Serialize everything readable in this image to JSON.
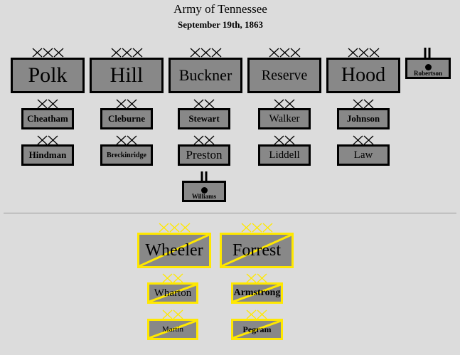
{
  "title": "Army of Tennessee",
  "date": "September 19th, 1863",
  "corps": [
    {
      "name": "Polk",
      "divisions": [
        "Cheatham",
        "Hindman"
      ]
    },
    {
      "name": "Hill",
      "divisions": [
        "Cleburne",
        "Breckinridge"
      ]
    },
    {
      "name": "Buckner",
      "divisions": [
        "Stewart",
        "Preston"
      ],
      "attached": "Williams"
    },
    {
      "name": "Reserve",
      "divisions": [
        "Walker",
        "Liddell"
      ]
    },
    {
      "name": "Hood",
      "divisions": [
        "Johnson",
        "Law"
      ]
    }
  ],
  "army_artillery": "Robertson",
  "cavalry": [
    {
      "name": "Wheeler",
      "divisions": [
        "Wharton",
        "Martin"
      ]
    },
    {
      "name": "Forrest",
      "divisions": [
        "Armstrong",
        "Pegram"
      ]
    }
  ],
  "colors": {
    "unit_fill": "#888888",
    "infantry_border": "#000000",
    "cavalry_border": "#ffe800",
    "background": "#dcdcdc"
  }
}
